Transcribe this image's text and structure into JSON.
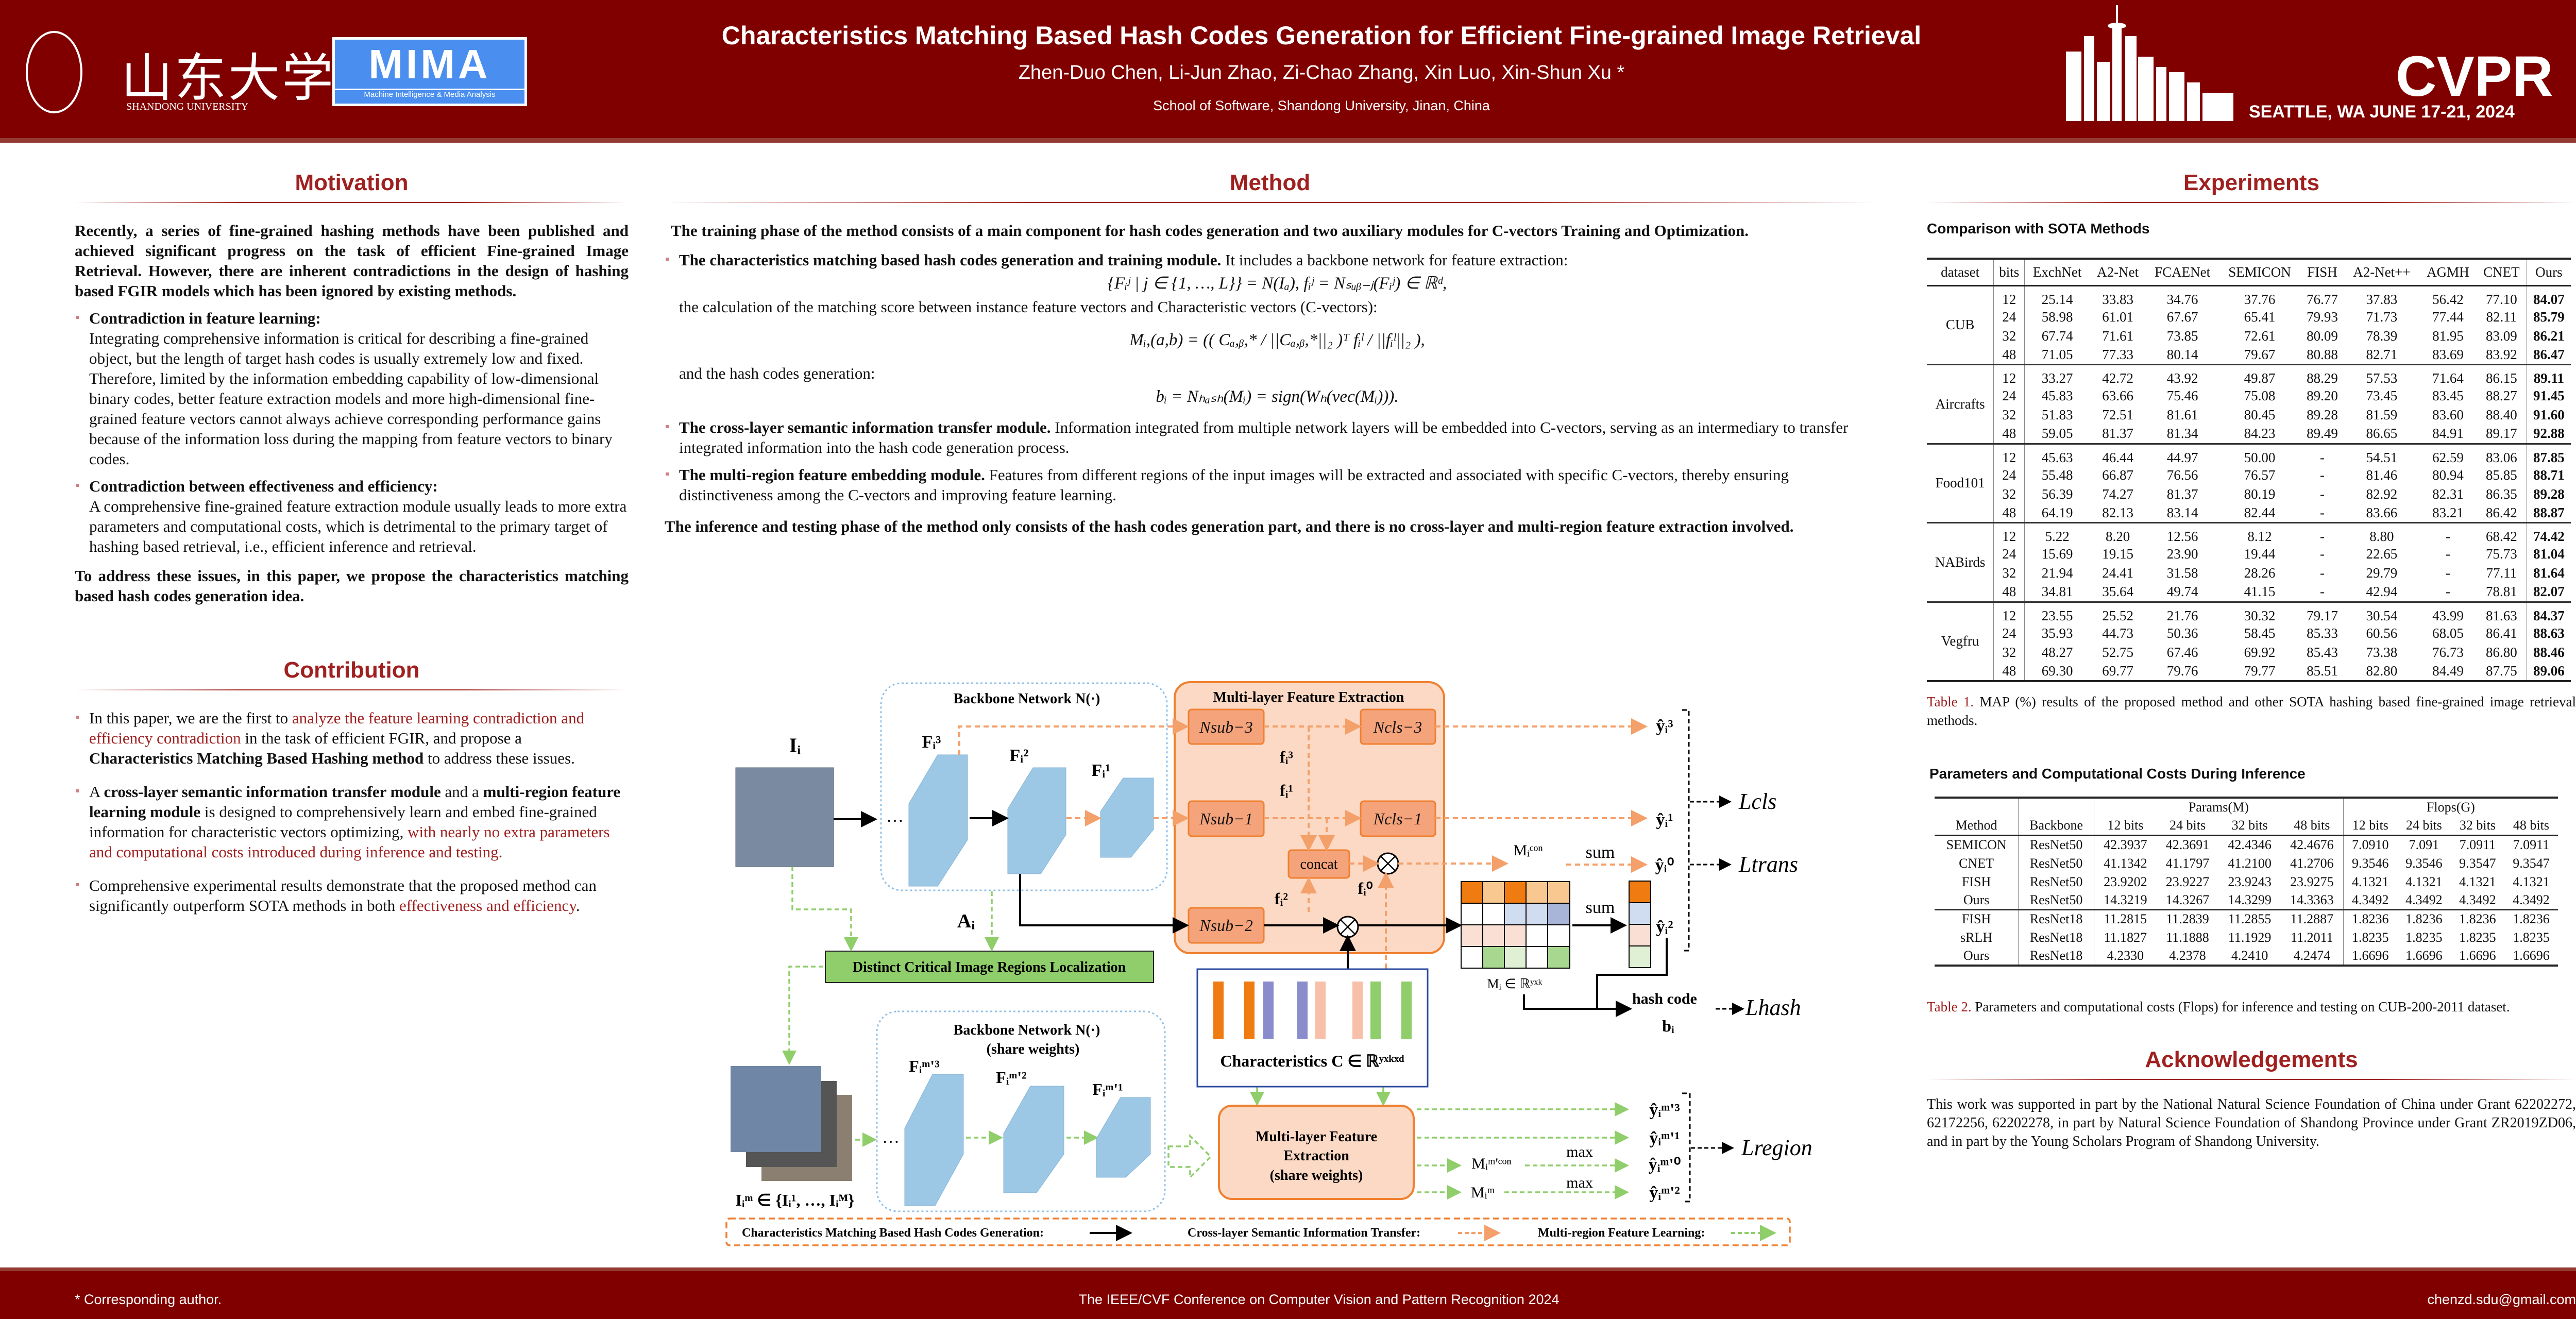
{
  "header": {
    "title": "Characteristics Matching Based Hash Codes Generation for Efficient Fine-grained Image Retrieval",
    "authors": "Zhen-Duo Chen, Li-Jun Zhao, Zi-Chao Zhang, Xin Luo, Xin-Shun Xu *",
    "affiliation": "School of Software, Shandong University, Jinan, China",
    "sdu_cn": "山东大学",
    "sdu_en": "SHANDONG UNIVERSITY",
    "mima": "MIMA",
    "mima_sub": "Machine Intelligence & Media Analysis",
    "conf": "CVPR",
    "conf_date": "SEATTLE, WA  JUNE 17-21, 2024"
  },
  "footer": {
    "left": "* Corresponding author.",
    "center": "The IEEE/CVF Conference on Computer Vision and Pattern Recognition 2024",
    "right": "chenzd.sdu@gmail.com"
  },
  "motivation": {
    "title": "Motivation",
    "intro": "Recently, a series of fine-grained hashing methods have been published and achieved significant progress on the task of efficient Fine-grained Image Retrieval. However, there are inherent contradictions in the design of hashing based FGIR models which has been ignored by existing methods.",
    "b1_head": "Contradiction in feature learning:",
    "b1_text": "Integrating comprehensive information is critical for describing a fine-grained object, but the length of target hash codes is usually extremely low and fixed. Therefore, limited by the information embedding capability of low-dimensional binary codes, better feature extraction models and more high-dimensional fine-grained feature vectors cannot always achieve corresponding performance gains because of the information loss during the mapping from feature vectors to binary codes.",
    "b2_head": "Contradiction between effectiveness and efficiency:",
    "b2_text": "A comprehensive fine-grained feature extraction module usually leads to more extra parameters and computational costs, which is detrimental to the primary target of hashing based retrieval, i.e., efficient inference and retrieval.",
    "outro": "To address these issues, in this paper, we propose the characteristics matching based hash codes generation idea."
  },
  "contribution": {
    "title": "Contribution",
    "c1_a": "In this paper, we are the first to ",
    "c1_red": "analyze the feature learning contradiction and efficiency contradiction",
    "c1_b": " in the task of efficient FGIR, and propose a ",
    "c1_bold": "Characteristics Matching Based Hashing method",
    "c1_c": " to address these issues.",
    "c2_a": "A ",
    "c2_bold1": "cross-layer semantic information transfer module",
    "c2_b": " and a ",
    "c2_bold2": "multi-region feature learning module",
    "c2_c": " is designed to comprehensively learn and embed fine-grained information for characteristic vectors optimizing, ",
    "c2_red": "with nearly no extra parameters and computational costs introduced during inference and testing.",
    "c3_a": "Comprehensive experimental results demonstrate that the proposed method can significantly outperform SOTA methods in both ",
    "c3_red": "effectiveness and efficiency",
    "c3_b": "."
  },
  "method": {
    "title": "Method",
    "intro": "The training phase of the method consists of a main component for hash codes generation and two auxiliary modules for C-vectors Training and Optimization.",
    "m1_head": "The characteristics matching based hash codes generation and training module.",
    "m1_text": " It includes a backbone network for feature extraction:",
    "eq1": "{Fᵢʲ | j ∈ {1, …, L}} = N(Iₐ), fᵢʲ = Nₛᵤᵦ₋ⱼ(Fᵢʲ) ∈ ℝᵈ,",
    "m1_text2": "the calculation of the matching score between instance feature vectors and Characteristic vectors (C-vectors):",
    "eq2": "Mᵢ,(a,b) = (( Cₐ,ᵦ,* / ||Cₐ,ᵦ,*||₂ )ᵀ fᵢˡ / ||fᵢˡ||₂ ),",
    "m1_text3": "and the hash codes generation:",
    "eq3": "bᵢ = Nₕₐₛₕ(Mᵢ) = sign(Wₕ(vec(Mᵢ))).",
    "m2_head": "The cross-layer semantic information transfer module.",
    "m2_text": " Information integrated from multiple network layers will be embedded into C-vectors, serving as an intermediary to transfer integrated information into the hash code generation process.",
    "m3_head": "The multi-region feature embedding module.",
    "m3_text": " Features from different regions of the input images will be extracted and associated with specific C-vectors, thereby ensuring distinctiveness among the C-vectors and improving feature learning.",
    "inference": "The inference and testing phase of the method only consists of the hash codes generation part, and there is no cross-layer and multi-region feature extraction involved."
  },
  "diagram": {
    "backbone": "Backbone Network  N(·)",
    "backbone_shared": "Backbone Network  N(·)",
    "share_weights": "(share weights)",
    "mlfe": "Multi-layer Feature Extraction",
    "mlfe_shared_1": "Multi-layer Feature",
    "mlfe_shared_2": "Extraction",
    "mlfe_shared_3": "(share weights)",
    "Ii": "Iᵢ",
    "Ai": "Aᵢ",
    "Im": "Iᵢᵐ ∈ {Iᵢ¹, …, Iᵢᴹ}",
    "F3": "Fᵢ³",
    "F2": "Fᵢ²",
    "F1": "Fᵢ¹",
    "Fm3": "Fᵢᵐ'³",
    "Fm2": "Fᵢᵐ'²",
    "Fm1": "Fᵢᵐ'¹",
    "nsub3": "Nsub−3",
    "nsub1": "Nsub−1",
    "nsub2": "Nsub−2",
    "ncls3": "Ncls−3",
    "ncls1": "Ncls−1",
    "concat": "concat",
    "f3": "fᵢ³",
    "f1": "fᵢ¹",
    "f0": "fᵢ⁰",
    "f2": "fᵢ²",
    "dcirl": "Distinct Critical Image Regions Localization",
    "characteristics": "Characteristics C ∈ ℝʸˣᵏˣᵈ",
    "dots": "…",
    "Mi": "Mᵢ ∈ ℝʸˣᵏ",
    "Mcon": "Mᵢᶜᵒⁿ",
    "sum": "sum",
    "max": "max",
    "Mmcon": "Mᵢᵐ'ᶜᵒⁿ",
    "Mm": "Mᵢᵐ",
    "y3": "ŷᵢ³",
    "y1": "ŷᵢ¹",
    "y0": "ŷᵢ⁰",
    "y2": "ŷᵢ²",
    "ym3": "ŷᵢᵐ'³",
    "ym1": "ŷᵢᵐ'¹",
    "ym0": "ŷᵢᵐ'⁰",
    "ym2": "ŷᵢᵐ'²",
    "Lcls": "Lcls",
    "Ltrans": "Ltrans",
    "Lhash": "Lhash",
    "Lregion": "Lregion",
    "hash_code": "hash code",
    "bi": "bᵢ",
    "legend1": "Characteristics Matching Based Hash Codes Generation:",
    "legend2": "Cross-layer Semantic Information Transfer:",
    "legend3": "Multi-region Feature Learning:"
  },
  "experiments": {
    "title": "Experiments",
    "t1_heading": "Comparison with SOTA Methods",
    "t1_columns": [
      "dataset",
      "bits",
      "ExchNet",
      "A2-Net",
      "FCAENet",
      "SEMICON",
      "FISH",
      "A2-Net++",
      "AGMH",
      "CNET",
      "Ours"
    ],
    "t1_groups": [
      {
        "dataset": "CUB",
        "rows": [
          [
            "12",
            "25.14",
            "33.83",
            "34.76",
            "37.76",
            "76.77",
            "37.83",
            "56.42",
            "77.10",
            "84.07"
          ],
          [
            "24",
            "58.98",
            "61.01",
            "67.67",
            "65.41",
            "79.93",
            "71.73",
            "77.44",
            "82.11",
            "85.79"
          ],
          [
            "32",
            "67.74",
            "71.61",
            "73.85",
            "72.61",
            "80.09",
            "78.39",
            "81.95",
            "83.09",
            "86.21"
          ],
          [
            "48",
            "71.05",
            "77.33",
            "80.14",
            "79.67",
            "80.88",
            "82.71",
            "83.69",
            "83.92",
            "86.47"
          ]
        ]
      },
      {
        "dataset": "Aircrafts",
        "rows": [
          [
            "12",
            "33.27",
            "42.72",
            "43.92",
            "49.87",
            "88.29",
            "57.53",
            "71.64",
            "86.15",
            "89.11"
          ],
          [
            "24",
            "45.83",
            "63.66",
            "75.46",
            "75.08",
            "89.20",
            "73.45",
            "83.45",
            "88.27",
            "91.45"
          ],
          [
            "32",
            "51.83",
            "72.51",
            "81.61",
            "80.45",
            "89.28",
            "81.59",
            "83.60",
            "88.40",
            "91.60"
          ],
          [
            "48",
            "59.05",
            "81.37",
            "81.34",
            "84.23",
            "89.49",
            "86.65",
            "84.91",
            "89.17",
            "92.88"
          ]
        ]
      },
      {
        "dataset": "Food101",
        "rows": [
          [
            "12",
            "45.63",
            "46.44",
            "44.97",
            "50.00",
            "-",
            "54.51",
            "62.59",
            "83.06",
            "87.85"
          ],
          [
            "24",
            "55.48",
            "66.87",
            "76.56",
            "76.57",
            "-",
            "81.46",
            "80.94",
            "85.85",
            "88.71"
          ],
          [
            "32",
            "56.39",
            "74.27",
            "81.37",
            "80.19",
            "-",
            "82.92",
            "82.31",
            "86.35",
            "89.28"
          ],
          [
            "48",
            "64.19",
            "82.13",
            "83.14",
            "82.44",
            "-",
            "83.66",
            "83.21",
            "86.42",
            "88.87"
          ]
        ]
      },
      {
        "dataset": "NABirds",
        "rows": [
          [
            "12",
            "5.22",
            "8.20",
            "12.56",
            "8.12",
            "-",
            "8.80",
            "-",
            "68.42",
            "74.42"
          ],
          [
            "24",
            "15.69",
            "19.15",
            "23.90",
            "19.44",
            "-",
            "22.65",
            "-",
            "75.73",
            "81.04"
          ],
          [
            "32",
            "21.94",
            "24.41",
            "31.58",
            "28.26",
            "-",
            "29.79",
            "-",
            "77.11",
            "81.64"
          ],
          [
            "48",
            "34.81",
            "35.64",
            "49.74",
            "41.15",
            "-",
            "42.94",
            "-",
            "78.81",
            "82.07"
          ]
        ]
      },
      {
        "dataset": "Vegfru",
        "rows": [
          [
            "12",
            "23.55",
            "25.52",
            "21.76",
            "30.32",
            "79.17",
            "30.54",
            "43.99",
            "81.63",
            "84.37"
          ],
          [
            "24",
            "35.93",
            "44.73",
            "50.36",
            "58.45",
            "85.33",
            "60.56",
            "68.05",
            "86.41",
            "88.63"
          ],
          [
            "32",
            "48.27",
            "52.75",
            "67.46",
            "69.92",
            "85.43",
            "73.38",
            "76.73",
            "86.80",
            "88.46"
          ],
          [
            "48",
            "69.30",
            "69.77",
            "79.76",
            "79.77",
            "85.51",
            "82.80",
            "84.49",
            "87.75",
            "89.06"
          ]
        ]
      }
    ],
    "t1_caption_label": "Table 1.",
    "t1_caption": " MAP (%) results of the proposed method and other SOTA hashing based fine-grained image retrieval methods.",
    "t2_heading": "Parameters and Computational Costs During Inference",
    "t2_group_headers": [
      "Params(M)",
      "Flops(G)"
    ],
    "t2_columns": [
      "Method",
      "Backbone",
      "12 bits",
      "24 bits",
      "32 bits",
      "48 bits",
      "12 bits",
      "24 bits",
      "32 bits",
      "48 bits"
    ],
    "t2_groups": [
      [
        [
          "SEMICON",
          "ResNet50",
          "42.3937",
          "42.3691",
          "42.4346",
          "42.4676",
          "7.0910",
          "7.091",
          "7.0911",
          "7.0911"
        ],
        [
          "CNET",
          "ResNet50",
          "41.1342",
          "41.1797",
          "41.2100",
          "41.2706",
          "9.3546",
          "9.3546",
          "9.3547",
          "9.3547"
        ],
        [
          "FISH",
          "ResNet50",
          "23.9202",
          "23.9227",
          "23.9243",
          "23.9275",
          "4.1321",
          "4.1321",
          "4.1321",
          "4.1321"
        ],
        [
          "Ours",
          "ResNet50",
          "14.3219",
          "14.3267",
          "14.3299",
          "14.3363",
          "4.3492",
          "4.3492",
          "4.3492",
          "4.3492"
        ]
      ],
      [
        [
          "FISH",
          "ResNet18",
          "11.2815",
          "11.2839",
          "11.2855",
          "11.2887",
          "1.8236",
          "1.8236",
          "1.8236",
          "1.8236"
        ],
        [
          "sRLH",
          "ResNet18",
          "11.1827",
          "11.1888",
          "11.1929",
          "11.2011",
          "1.8235",
          "1.8235",
          "1.8235",
          "1.8235"
        ],
        [
          "Ours",
          "ResNet18",
          "4.2330",
          "4.2378",
          "4.2410",
          "4.2474",
          "1.6696",
          "1.6696",
          "1.6696",
          "1.6696"
        ]
      ]
    ],
    "t2_caption_label": "Table 2.",
    "t2_caption": " Parameters and computational costs (Flops) for inference and testing on CUB-200-2011 dataset."
  },
  "ack": {
    "title": "Acknowledgements",
    "text": "This work was supported in part by the National Natural Science Foundation of China under Grant 62202272, 62172256, 62202278, in part by Natural Science Foundation of Shandong Province under Grant ZR2019ZD06, and in part by the Young Scholars Program of Shandong University."
  },
  "colors": {
    "brand": "#800000",
    "accent": "#a02020",
    "orange": "#f08030",
    "green": "#8fce6a",
    "blue": "#9cc8e6"
  }
}
